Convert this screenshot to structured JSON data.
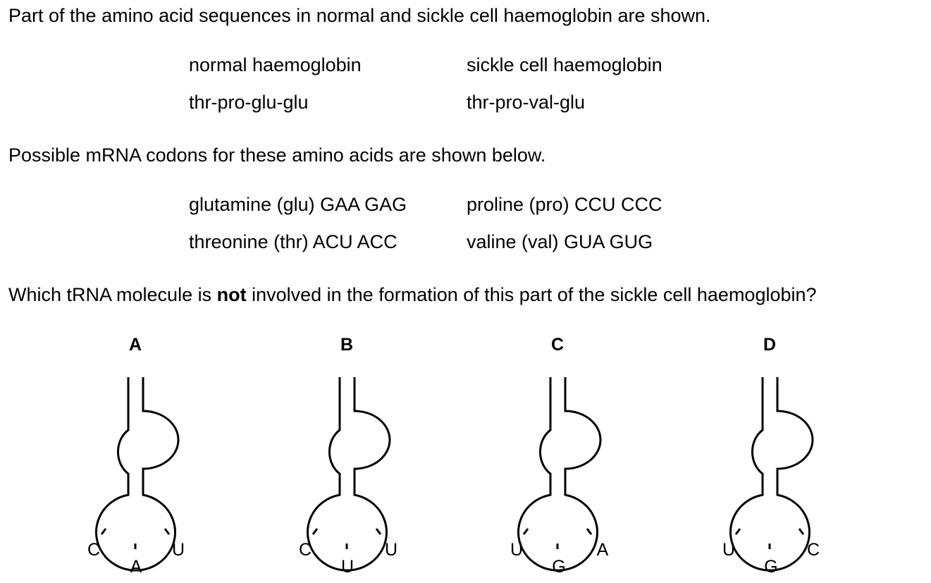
{
  "intro": "Part of the amino acid sequences in normal and sickle cell haemoglobin are shown.",
  "sequences": {
    "normal_heading": "normal haemoglobin",
    "sickle_heading": "sickle cell haemoglobin",
    "normal_sequence": "thr-pro-glu-glu",
    "sickle_sequence": "thr-pro-val-glu"
  },
  "codons_intro": "Possible mRNA codons for these amino acids are shown below.",
  "codons": {
    "glu": "glutamine (glu) GAA GAG",
    "pro": "proline (pro) CCU CCC",
    "thr": "threonine (thr) ACU ACC",
    "val": "valine (val) GUA GUG"
  },
  "question": {
    "before": "Which tRNA molecule is ",
    "emphasis": "not",
    "after": " involved in the formation of this part of the sickle cell haemoglobin?"
  },
  "options": [
    {
      "label": "A",
      "bases": [
        "C",
        "A",
        "U"
      ]
    },
    {
      "label": "B",
      "bases": [
        "C",
        "U",
        "U"
      ]
    },
    {
      "label": "C",
      "bases": [
        "U",
        "G",
        "A"
      ]
    },
    {
      "label": "D",
      "bases": [
        "U",
        "G",
        "C"
      ]
    }
  ]
}
